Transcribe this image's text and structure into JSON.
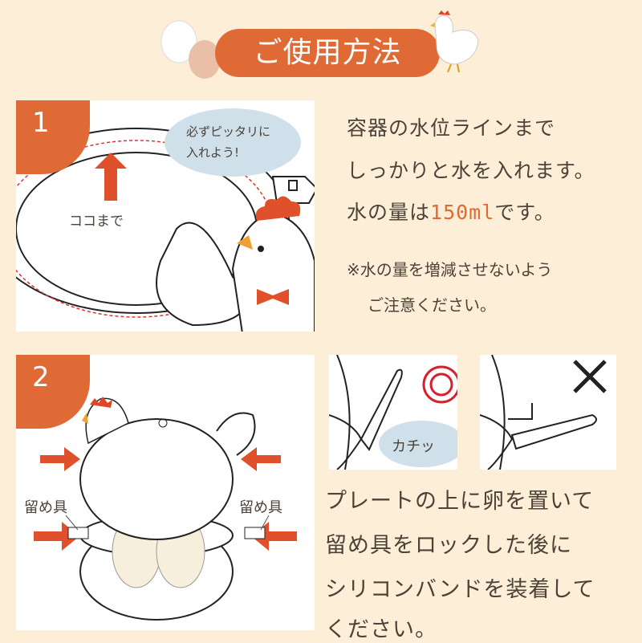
{
  "header": {
    "title": "ご使用方法"
  },
  "step1": {
    "number": "1",
    "bubble_line1": "必ずピッタリに",
    "bubble_line2": "入れよう!",
    "arrow_label": "ココまで",
    "text_line1": "容器の水位ラインまで",
    "text_line2": "しっかりと水を入れます。",
    "text_line3_pre": "水の量は",
    "text_line3_amount": "150ml",
    "text_line3_post": "です。",
    "note_line1": "※水の量を増減させないよう",
    "note_line2": "ご注意ください。"
  },
  "step2": {
    "number": "2",
    "clip_label_left": "留め具",
    "clip_label_right": "留め具",
    "click_sound": "カチッ",
    "text_line1": "プレートの上に卵を置いて",
    "text_line2": "留め具をロックした後に",
    "text_line3": "シリコンバンドを装着して",
    "text_line4": "ください。"
  },
  "colors": {
    "background": "#fdeed8",
    "accent": "#e06a35",
    "text": "#4b4238",
    "bubble": "#cfe0ea",
    "ok": "#d7202c"
  }
}
